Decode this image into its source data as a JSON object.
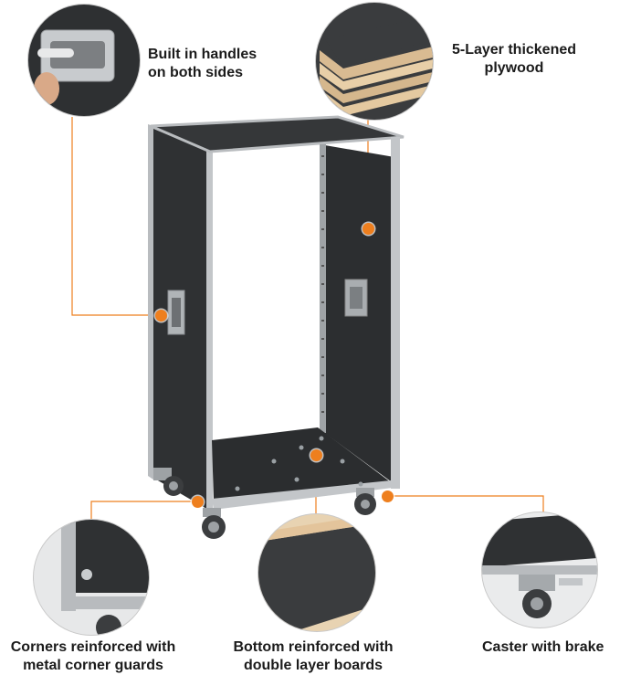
{
  "callouts": {
    "handles": {
      "line1": "Built in handles",
      "line2": "on both sides"
    },
    "plywood": {
      "line1": "5-Layer thickened",
      "line2": "plywood"
    },
    "corners": {
      "line1": "Corners reinforced with",
      "line2": "metal corner guards"
    },
    "bottom": {
      "line1": "Bottom reinforced with",
      "line2": "double layer boards"
    },
    "caster": {
      "line1": "Caster with brake"
    }
  },
  "colors": {
    "accent": "#ee7f1e",
    "panel": "#2f3133",
    "aluminum": "#b9bcbf"
  }
}
